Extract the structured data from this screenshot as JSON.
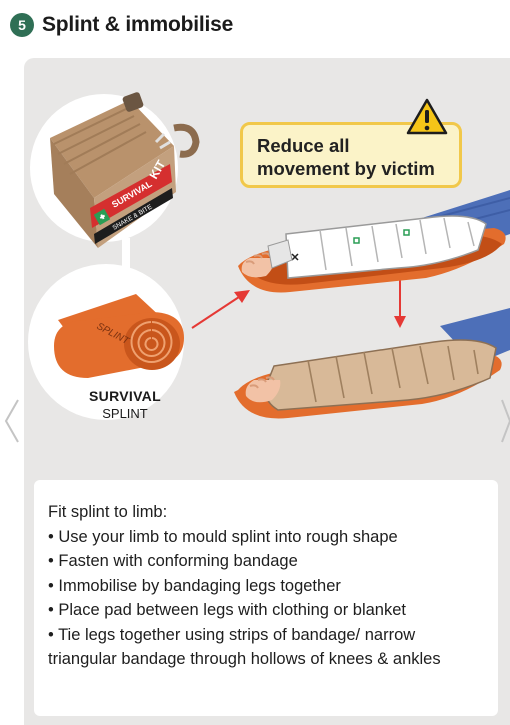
{
  "header": {
    "step_number": "5",
    "title": "Splint & immobilise"
  },
  "callout": {
    "line1": "Reduce all",
    "line2": "movement by victim"
  },
  "kit": {
    "brand": "SURVIVAL",
    "brand_small": "KIT",
    "subtitle": "SNAKE & BITE"
  },
  "splint": {
    "roll_text": "SPLINT",
    "label_line1": "SURVIVAL",
    "label_line2": "SPLINT"
  },
  "instructions": {
    "lead": "Fit splint to limb:",
    "items": [
      "• Use your limb to mould splint into rough shape",
      "• Fasten with conforming bandage",
      "• Immobilise by bandaging legs together",
      "• Place pad between legs with clothing or blanket",
      "• Tie legs together using strips of bandage/ narrow triangular bandage through hollows of knees & ankles"
    ]
  },
  "colors": {
    "badge": "#2f6f55",
    "card_bg": "#e8e7e6",
    "callout_bg": "#fbf3c8",
    "callout_border": "#f1c84a",
    "splint_orange": "#e36d2d",
    "bandage_tan": "#d8b998",
    "arrow_red": "#e53935",
    "kit_tan": "#c3a07e"
  },
  "icons": [
    "warning-icon",
    "chevron-left-icon",
    "chevron-right-icon"
  ]
}
